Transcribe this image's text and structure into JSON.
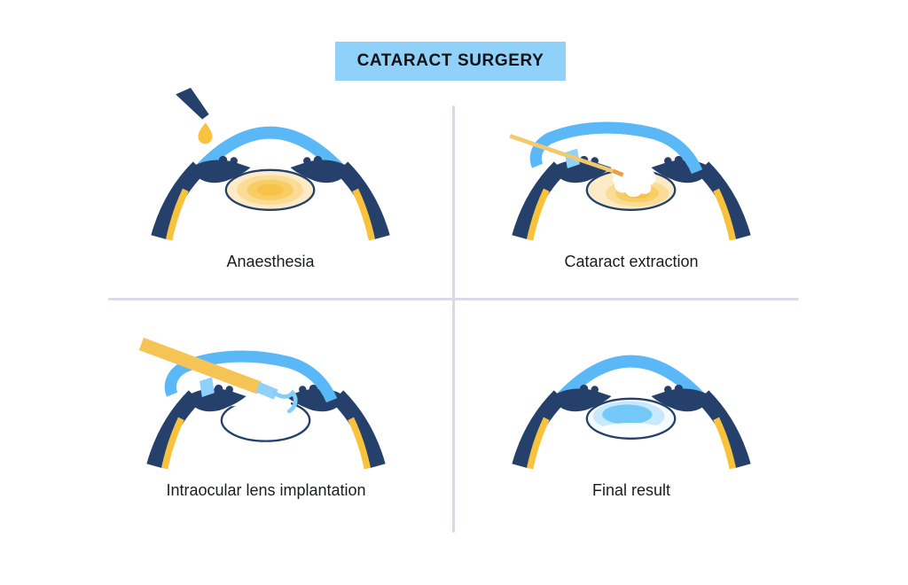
{
  "title": {
    "text": "CATARACT SURGERY"
  },
  "panels": [
    {
      "id": "anaesthesia",
      "label": "Anaesthesia"
    },
    {
      "id": "extraction",
      "label": "Cataract extraction"
    },
    {
      "id": "implantation",
      "label": "Intraocular lens implantation"
    },
    {
      "id": "final",
      "label": "Final result"
    }
  ],
  "colors": {
    "background": "#FFFFFF",
    "navy": "#24406B",
    "cornea_blue": "#5BB8F7",
    "light_blue": "#8FD1F9",
    "yellow": "#F8C23C",
    "probe_yellow": "#F3C96F",
    "probe_tip_orange": "#ED9F3F",
    "injector_yellow": "#F6C455",
    "iol_blue": "#85CEF9",
    "cataract_ring_outer": "#FBEBC7",
    "cataract_ring_mid": "#FADC96",
    "cataract_ring_inner": "#F8CD64",
    "cataract_core": "#F6C34A",
    "clear_lens_fill": "#F4FAFE",
    "clear_lens_mid": "#C7E8FD",
    "clear_lens_core": "#74C9F8",
    "divider_gray": "#D8DAE7",
    "title_bg": "#8FD1F9",
    "title_text": "#121316",
    "label_text": "#1B1C1E"
  }
}
